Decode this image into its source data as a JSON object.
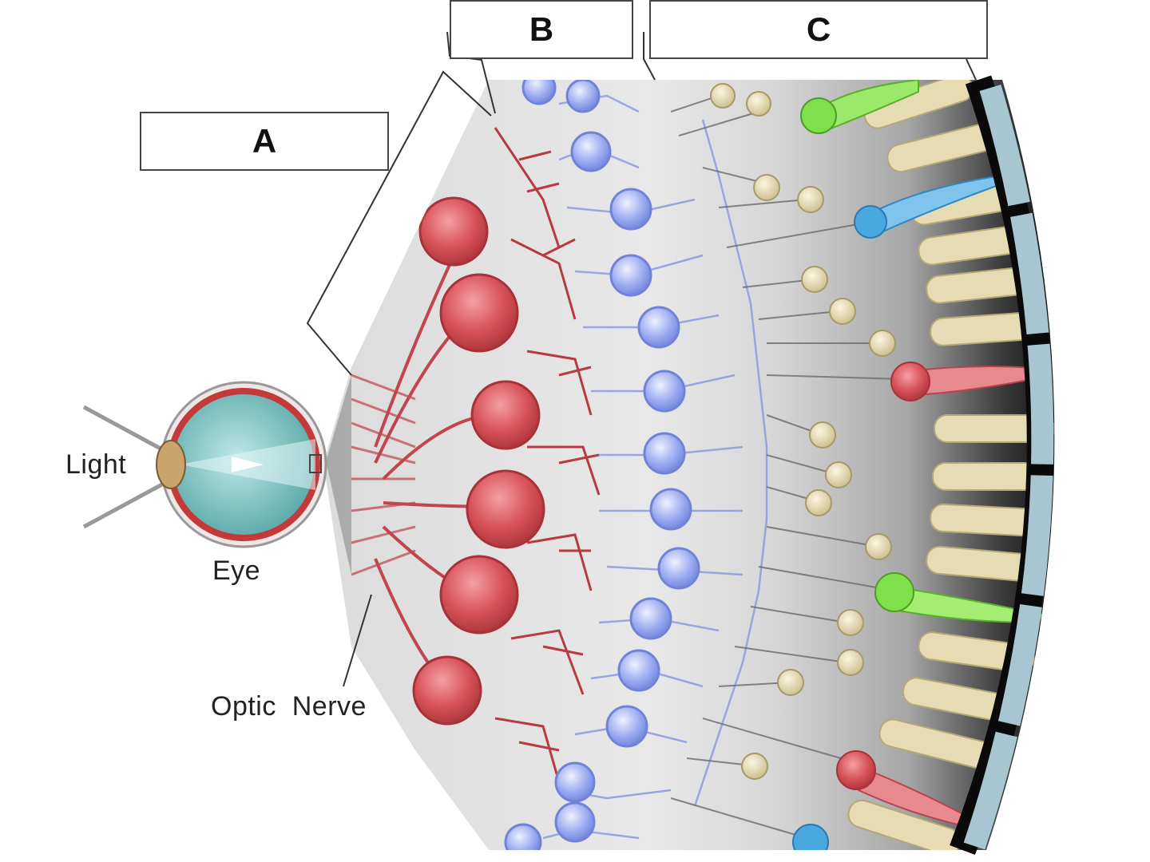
{
  "labels": {
    "a": "A",
    "b": "B",
    "c": "C"
  },
  "captions": {
    "light": "Light",
    "eye": "Eye",
    "optic_nerve": "Optic  Nerve"
  },
  "colors": {
    "ganglion_cell": "#d9535b",
    "bipolar_cell": "#9aaaf0",
    "rod_cell": "#e6dcb4",
    "cone_green": "#7ee04a",
    "cone_blue": "#4aa8e0",
    "cone_red": "#d9535b",
    "pigment_epithelium": "#a8c6d2",
    "eye_fluid": "#7fc4c4"
  }
}
